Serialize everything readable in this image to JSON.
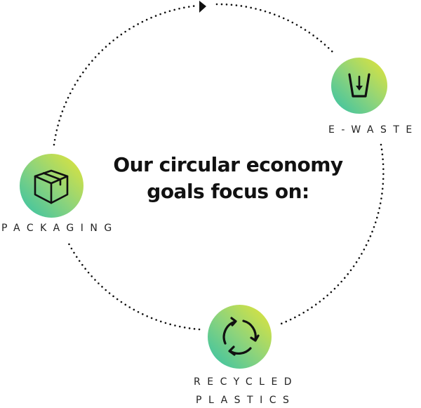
{
  "title": {
    "line1": "Our circular economy",
    "line2": "goals focus on:"
  },
  "nodes": [
    {
      "id": "e-waste",
      "label": "E-WASTE",
      "icon": "e-waste-bin-icon"
    },
    {
      "id": "packaging",
      "label": "PACKAGING",
      "icon": "box-icon"
    },
    {
      "id": "recycled-plastics",
      "label_line1": "RECYCLED",
      "label_line2": "PLASTICS",
      "icon": "recycle-arrows-icon"
    }
  ],
  "colors": {
    "gradient_start": "#33c1a8",
    "gradient_mid": "#8fd47a",
    "gradient_end": "#e6e536",
    "dots": "#111111",
    "text": "#222222"
  },
  "flow": {
    "direction": "clockwise",
    "arrow_icon": "arrowhead-icon"
  }
}
